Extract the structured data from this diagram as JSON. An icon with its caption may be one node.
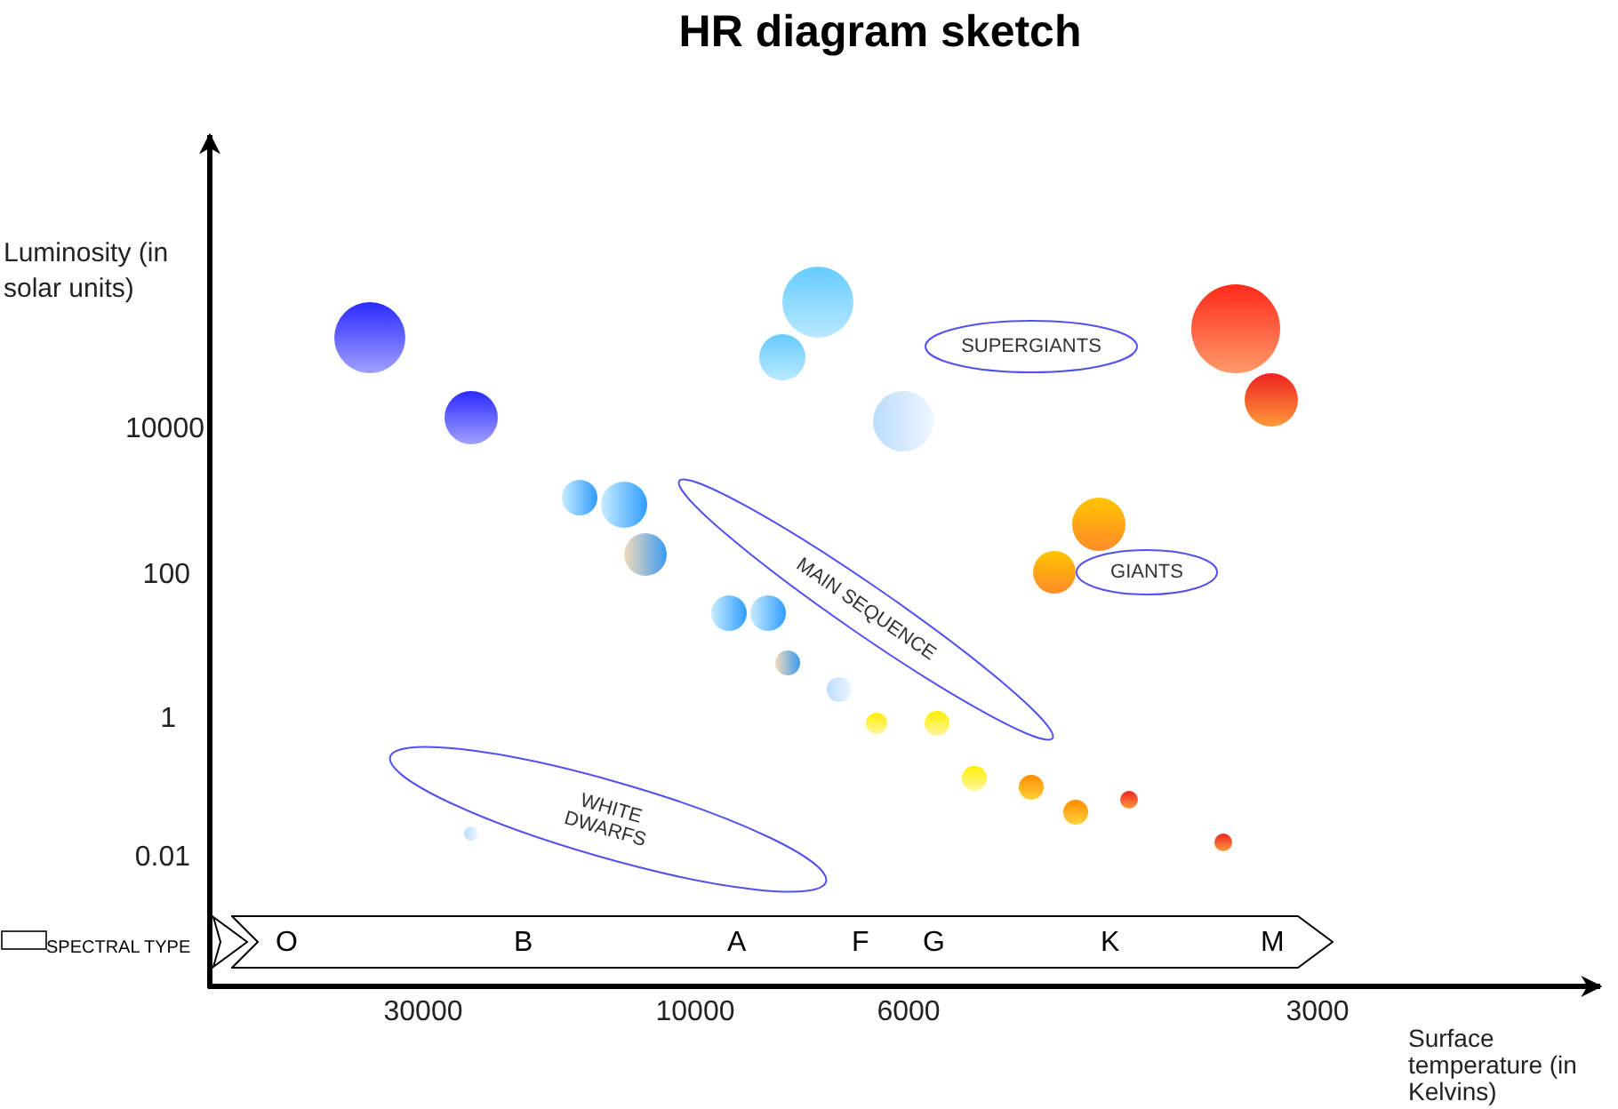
{
  "diagram": {
    "title": "HR diagram sketch",
    "nodes": [
      {
        "text": [
          "SUPERGIANTS"
        ]
      },
      {
        "text": [
          "GIANTS"
        ]
      },
      {
        "text": [
          "MAIN SEQUENCE"
        ]
      },
      {
        "text": [
          "WHITE DWARFS"
        ]
      },
      {
        "text": [
          "SPECTRAL TYPE"
        ]
      },
      {
        "text": [
          "O",
          "B",
          "A",
          "F",
          "G",
          "K",
          "M"
        ]
      }
    ],
    "labels": [
      "Luminosity (in solar units)",
      "10000",
      "100",
      "1",
      "0.01",
      "30000",
      "10000",
      "6000",
      "3000",
      "Surface temperature (in Kelvins)"
    ]
  }
}
